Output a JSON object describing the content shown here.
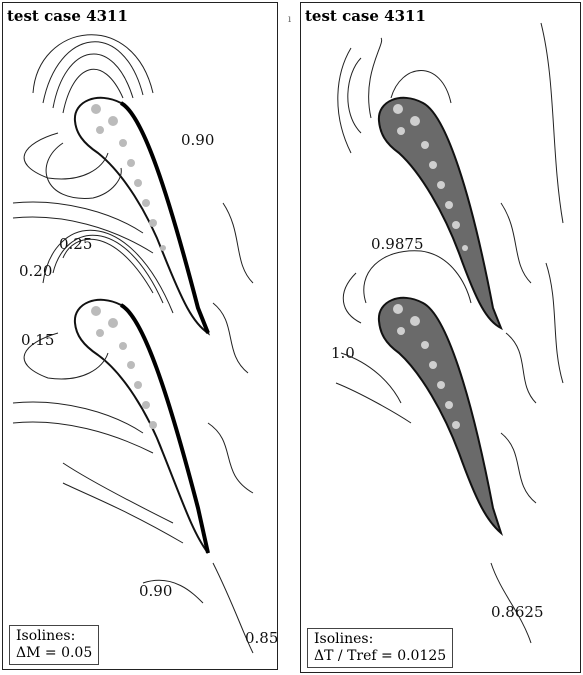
{
  "left": {
    "title": "test case 4311",
    "legend_line1": "Isolines:",
    "legend_line2": "ΔM = 0.05",
    "labels": [
      "0.90",
      "0.25",
      "0.20",
      "0.15",
      "0.90",
      "0.85"
    ]
  },
  "right": {
    "title": "test case 4311",
    "legend_line1": "Isolines:",
    "legend_line2": "ΔT / Tref = 0.0125",
    "labels": [
      "0.9875",
      "1.0",
      "0.8625"
    ]
  },
  "separator_mark": "ı"
}
